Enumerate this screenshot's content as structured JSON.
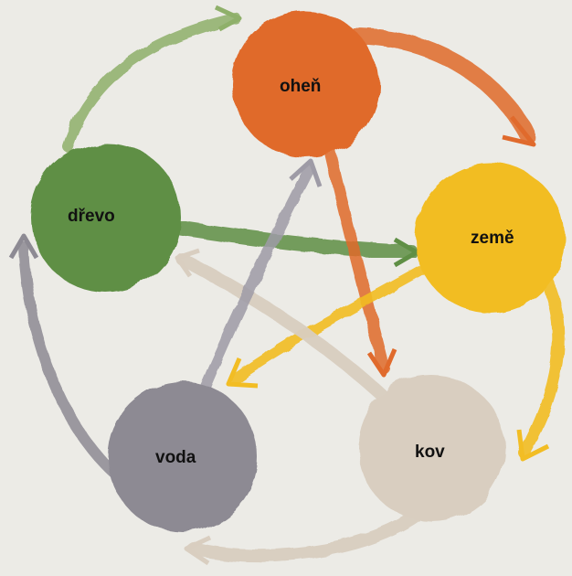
{
  "elements": {
    "fire": {
      "label": "oheň",
      "color": "#e06a2c"
    },
    "earth": {
      "label": "země",
      "color": "#f2bd24"
    },
    "metal": {
      "label": "kov",
      "color": "#d9cec0"
    },
    "water": {
      "label": "voda",
      "color": "#8d8a93"
    },
    "wood": {
      "label": "dřevo",
      "color": "#5f8f45"
    }
  },
  "background_color": "#ecebe6"
}
